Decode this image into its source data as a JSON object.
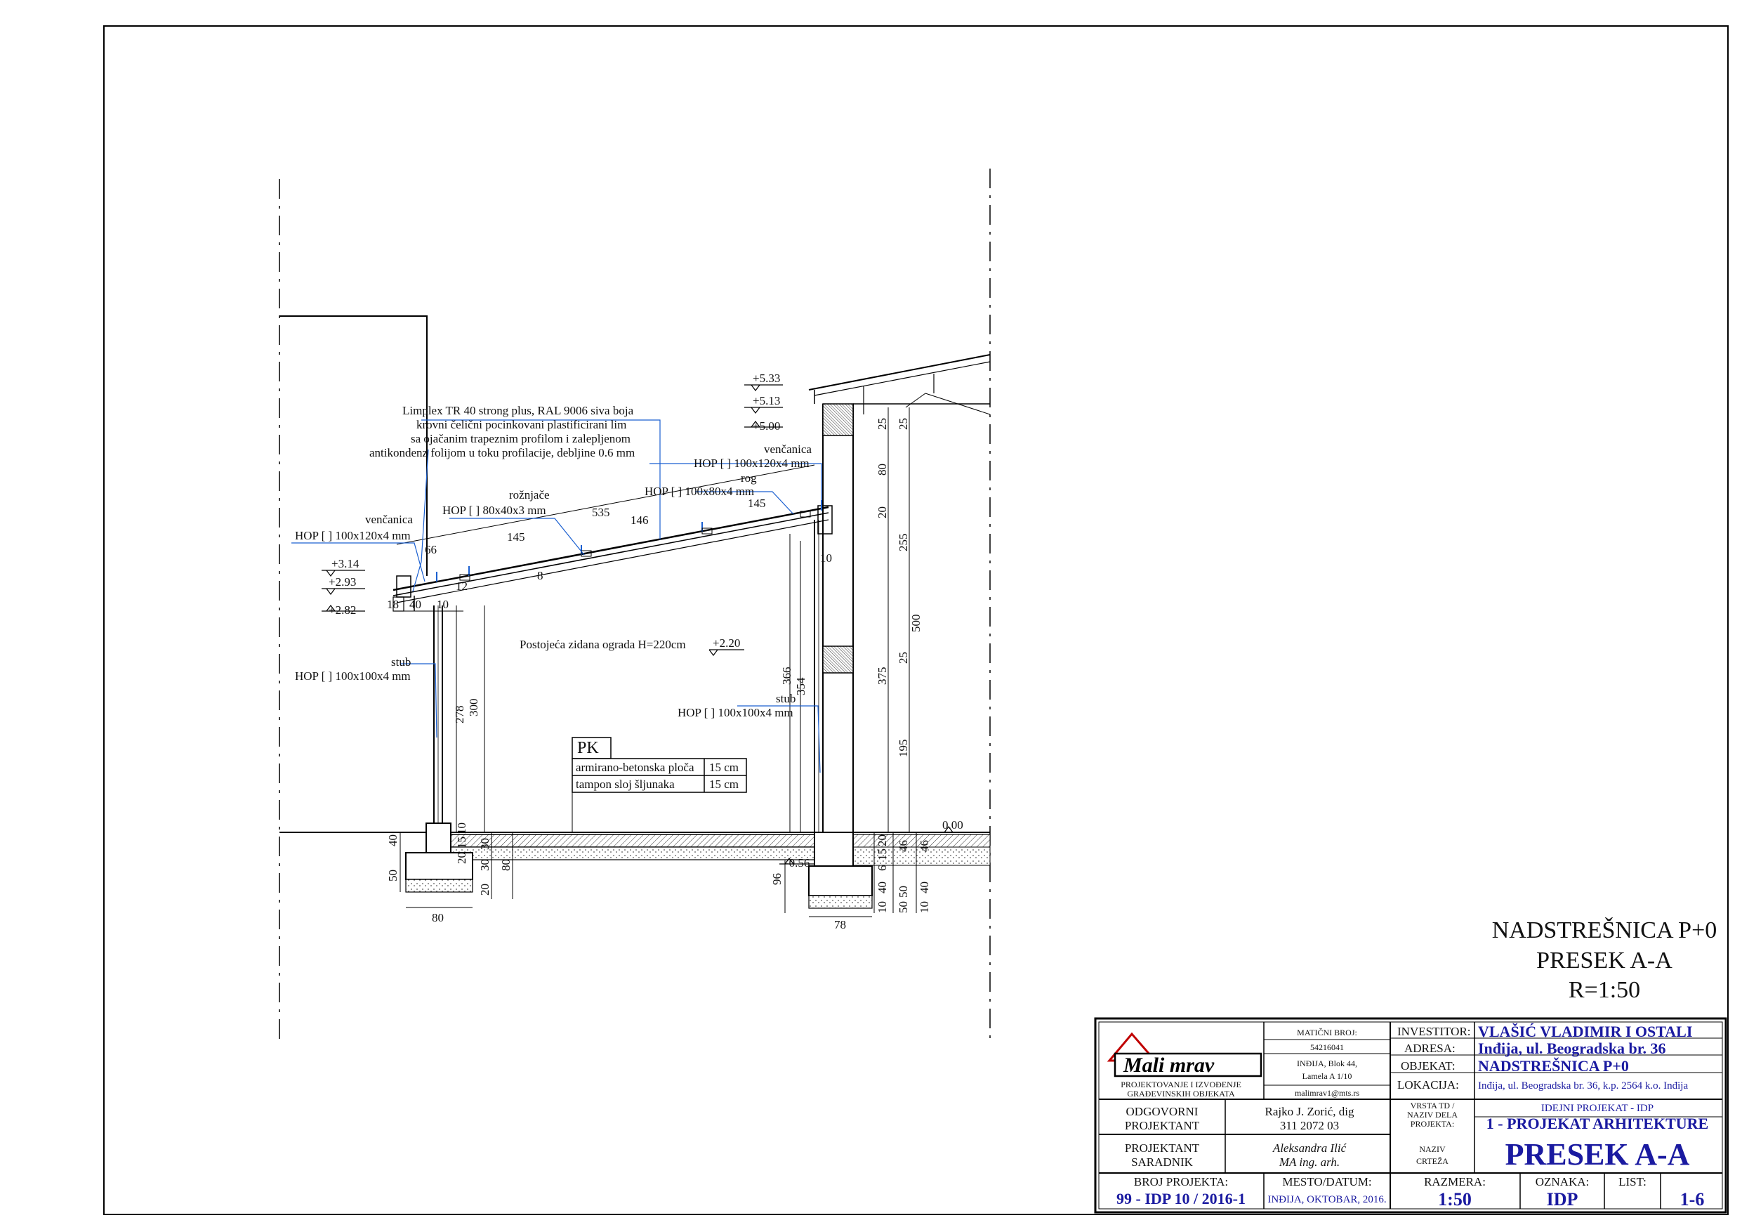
{
  "annotations": {
    "roof_material_1": "Limplex TR 40 strong plus, RAL 9006 siva boja",
    "roof_material_2": "krovni čelični pocinkovani plastificirani lim",
    "roof_material_3": "sa ojačanim trapeznim profilom i zalepljenom",
    "roof_material_4": "antikondenz folijom u toku profilacije, debljine 0.6 mm",
    "vencanica_left": "venčanica",
    "hop_vencanica_left": "HOP [ ] 100x120x4 mm",
    "roznjace": "rožnjače",
    "hop_roznjace": "HOP [ ] 80x40x3 mm",
    "vencanica_right": "venčanica",
    "hop_vencanica_right": "HOP [ ] 100x120x4 mm",
    "rog": "rog",
    "hop_rog": "HOP [ ] 100x80x4 mm",
    "stub_left": "stub",
    "hop_stub_left": "HOP [ ] 100x100x4 mm",
    "stub_right": "stub",
    "hop_stub_right": "HOP [ ] 100x100x4 mm",
    "existing_wall": "Postojeća zidana ograda H=220cm"
  },
  "levels": {
    "l533": "+5.33",
    "l513": "+5.13",
    "l500": "+5.00",
    "l314": "+3.14",
    "l293": "+2.93",
    "l282": "+2.82",
    "l220": "+2.20",
    "l000": "0.00",
    "lm056": "-0.56"
  },
  "dims": {
    "d66": "66",
    "d145a": "145",
    "d535": "535",
    "d146": "146",
    "d145b": "145",
    "d18": "18",
    "d40": "40",
    "d10a": "10",
    "d12": "12",
    "d8": "8",
    "d10b": "10",
    "d278": "278",
    "d300": "300",
    "d366": "366",
    "d354": "354",
    "d25a": "25",
    "d25b": "25",
    "d80v": "80",
    "d20v": "20",
    "d255": "255",
    "d375": "375",
    "d25c": "25",
    "d500": "500",
    "d195": "195",
    "f40": "40",
    "f50": "50",
    "f80h": "80",
    "f15a": "15",
    "f10a": "10",
    "f20a": "20",
    "f30a": "30",
    "f30b": "30",
    "f80v": "80",
    "f20b": "20",
    "f96": "96",
    "f78": "78",
    "r20": "20",
    "r15": "15",
    "r6": "6",
    "r46a": "46",
    "r46b": "46",
    "r40a": "40",
    "r50a": "50",
    "r10a": "10",
    "r40b": "40",
    "r50b": "50",
    "r10b": "10"
  },
  "pk_table": {
    "title": "PK",
    "rows": [
      {
        "layer": "armirano-betonska ploča",
        "thickness": "15 cm"
      },
      {
        "layer": "tampon sloj šljunaka",
        "thickness": "15 cm"
      }
    ]
  },
  "drawing_title": {
    "line1": "NADSTREŠNICA P+0",
    "line2": "PRESEK A-A",
    "line3": "R=1:50"
  },
  "title_block": {
    "logo_text": "Mali mrav",
    "company_line1": "PROJEKTOVANJE I IZVOĐENJE",
    "company_line2": "GRAĐEVINSKIH OBJEKATA",
    "maticni_label": "MATIČNI BROJ:",
    "maticni_value": "54216041",
    "address_line1": "INĐIJA, Blok 44,",
    "address_line2": "Lamela A 1/10",
    "email": "malimrav1@mts.rs",
    "investitor_label": "INVESTITOR:",
    "investitor_value": "VLAŠIĆ VLADIMIR I OSTALI",
    "adresa_label": "ADRESA:",
    "adresa_value": "Inđija, ul. Beogradska br. 36",
    "objekat_label": "OBJEKAT:",
    "objekat_value": "NADSTREŠNICA P+0",
    "lokacija_label": "LOKACIJA:",
    "lokacija_value": "Inđija, ul. Beogradska br. 36, k.p. 2564 k.o. Inđija",
    "vrsta_label_1": "VRSTA TD /",
    "vrsta_label_2": "NAZIV DELA",
    "vrsta_label_3": "PROJEKTA:",
    "vrsta_value_1": "IDEJNI PROJEKAT - IDP",
    "vrsta_value_2": "1 - PROJEKAT ARHITEKTURE",
    "odgovorni_1": "ODGOVORNI",
    "odgovorni_2": "PROJEKTANT",
    "odgovorni_name": "Rajko J. Zorić, dig",
    "odgovorni_num": "311 2072 03",
    "saradnik_1": "PROJEKTANT",
    "saradnik_2": "SARADNIK",
    "saradnik_name": "Aleksandra Ilić",
    "saradnik_title": "MA ing. arh.",
    "naziv_1": "NAZIV",
    "naziv_2": "CRTEŽA",
    "naziv_value": "PRESEK A-A",
    "broj_label": "BROJ PROJEKTA:",
    "broj_value": "99 - IDP 10 / 2016-1",
    "mesto_label": "MESTO/DATUM:",
    "mesto_value": "INĐIJA, OKTOBAR, 2016.",
    "razmera_label": "RAZMERA:",
    "razmera_value": "1:50",
    "oznaka_label": "OZNAKA:",
    "oznaka_value": "IDP",
    "list_label": "LIST:",
    "list_value": "1-6"
  }
}
